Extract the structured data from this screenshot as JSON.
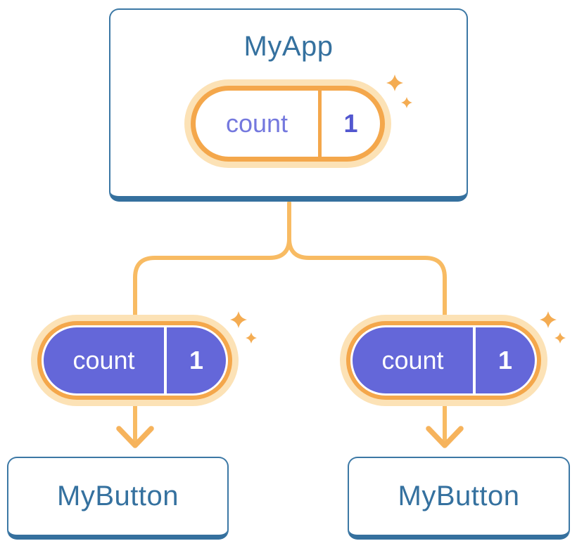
{
  "diagram": {
    "description": "Component tree with shared state lifted to parent",
    "tree": {
      "root": {
        "label": "MyApp",
        "state": {
          "name": "count",
          "value": "1"
        }
      },
      "children": [
        {
          "label": "MyButton",
          "state": {
            "name": "count",
            "value": "1"
          }
        },
        {
          "label": "MyButton",
          "state": {
            "name": "count",
            "value": "1"
          }
        }
      ]
    },
    "colors": {
      "card_border": "#3C78A5",
      "card_bottom_edge": "#35709E",
      "title_text": "#35719F",
      "connector_line": "#F8BB63",
      "pill_ring": "#F4A74B",
      "pill_glow": "#FCE2B6",
      "pill_fill_purple": "#6467D9",
      "state_name_text": "#7478DE",
      "state_value_text": "#5257CF",
      "sparkle": "#F4AC52"
    }
  }
}
